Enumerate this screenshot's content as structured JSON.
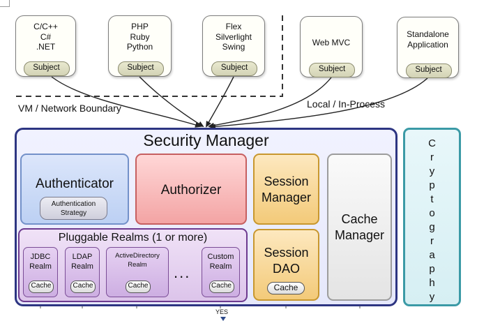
{
  "clients": [
    {
      "lines": [
        "C/C++",
        "C#",
        ".NET"
      ],
      "subject": "Subject"
    },
    {
      "lines": [
        "PHP",
        "Ruby",
        "Python"
      ],
      "subject": "Subject"
    },
    {
      "lines": [
        "Flex",
        "Silverlight",
        "Swing"
      ],
      "subject": "Subject"
    },
    {
      "lines": [
        "Web MVC"
      ],
      "subject": "Subject"
    },
    {
      "lines": [
        "Standalone",
        "Application"
      ],
      "subject": "Subject"
    }
  ],
  "boundary_labels": {
    "vm_network": "VM / Network Boundary",
    "local": "Local / In-Process"
  },
  "security_manager": {
    "title": "Security Manager",
    "authenticator": {
      "title": "Authenticator",
      "strategy_lines": [
        "Authentication",
        "Strategy"
      ]
    },
    "authorizer": "Authorizer",
    "session_manager": [
      "Session",
      "Manager"
    ],
    "cache_manager": [
      "Cache",
      "Manager"
    ],
    "session_dao": {
      "lines": [
        "Session",
        "DAO"
      ],
      "cache": "Cache"
    },
    "realms": {
      "title": "Pluggable Realms (1 or more)",
      "items": [
        {
          "lines": [
            "JDBC",
            "Realm"
          ],
          "cache": "Cache"
        },
        {
          "lines": [
            "LDAP",
            "Realm"
          ],
          "cache": "Cache"
        },
        {
          "lines": [
            "ActiveDirectory",
            "Realm"
          ],
          "cache": "Cache"
        },
        {
          "lines": [
            "Custom",
            "Realm"
          ],
          "cache": "Cache"
        }
      ],
      "ellipsis": "..."
    }
  },
  "cryptography": [
    "C",
    "r",
    "y",
    "p",
    "t",
    "o",
    "g",
    "r",
    "a",
    "p",
    "h",
    "y"
  ],
  "footer_label": "YES",
  "colors": {
    "security_manager_border": "#2d3582",
    "authenticator": "#bcd0f3",
    "authorizer": "#f3a4a4",
    "session": "#f3ca79",
    "realms": "#dcc4ea",
    "cache_manager": "#e4e4e4",
    "cryptography_border": "#3b9aa6"
  }
}
